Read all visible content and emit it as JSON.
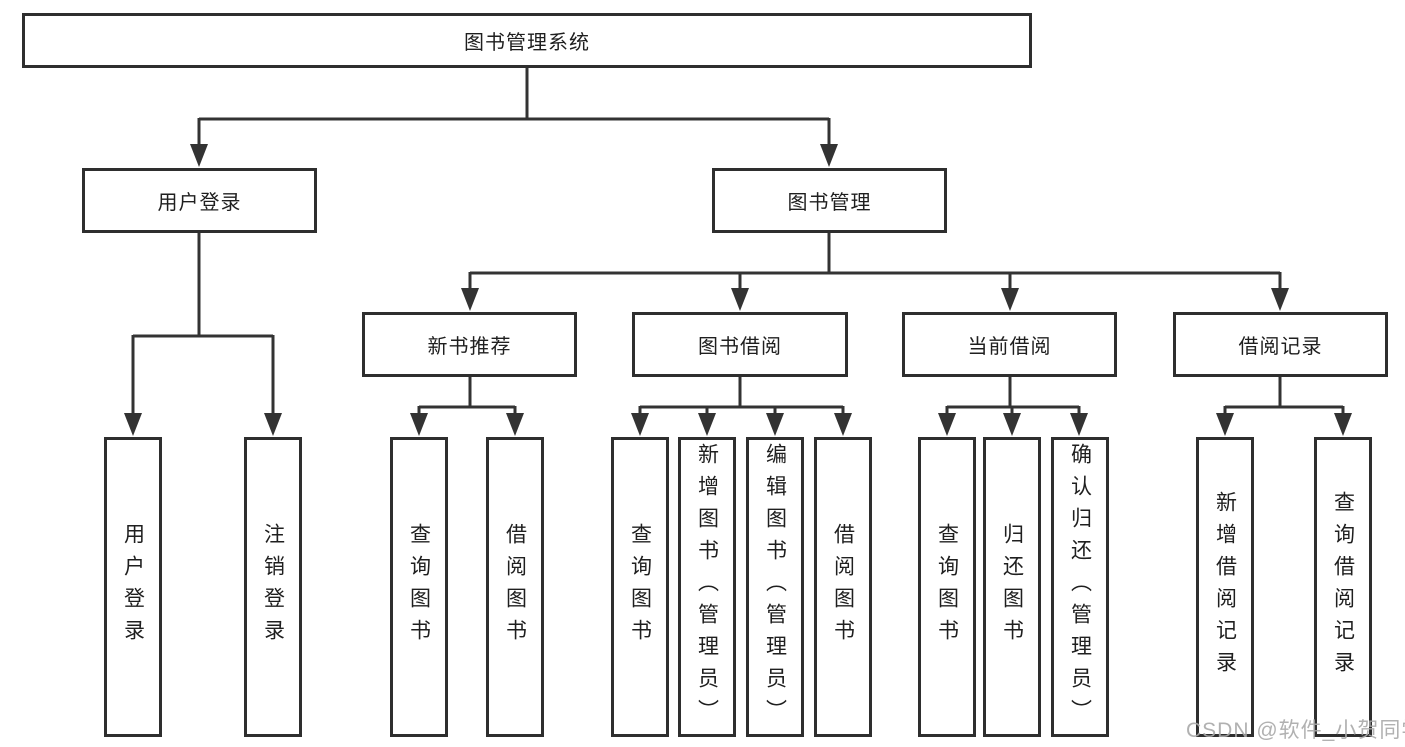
{
  "diagram": {
    "title": "图书管理系统",
    "branches": [
      {
        "label": "用户登录",
        "children": [
          {
            "label": "用户登录"
          },
          {
            "label": "注销登录"
          }
        ]
      },
      {
        "label": "图书管理",
        "children": [
          {
            "label": "新书推荐",
            "children": [
              {
                "label": "查询图书"
              },
              {
                "label": "借阅图书"
              }
            ]
          },
          {
            "label": "图书借阅",
            "children": [
              {
                "label": "查询图书"
              },
              {
                "label": "新增图书（管理员）"
              },
              {
                "label": "编辑图书（管理员）"
              },
              {
                "label": "借阅图书"
              }
            ]
          },
          {
            "label": "当前借阅",
            "children": [
              {
                "label": "查询图书"
              },
              {
                "label": "归还图书"
              },
              {
                "label": "确认归还（管理员）"
              }
            ]
          },
          {
            "label": "借阅记录",
            "children": [
              {
                "label": "新增借阅记录"
              },
              {
                "label": "查询借阅记录"
              }
            ]
          }
        ]
      }
    ]
  },
  "watermark": {
    "text": "CSDN @软件_小贺同学"
  },
  "colors": {
    "line": "#333333",
    "box_border": "#2e2e2e",
    "text": "#1f1f1f",
    "watermark": "#a8a8a8",
    "background": "#ffffff"
  }
}
